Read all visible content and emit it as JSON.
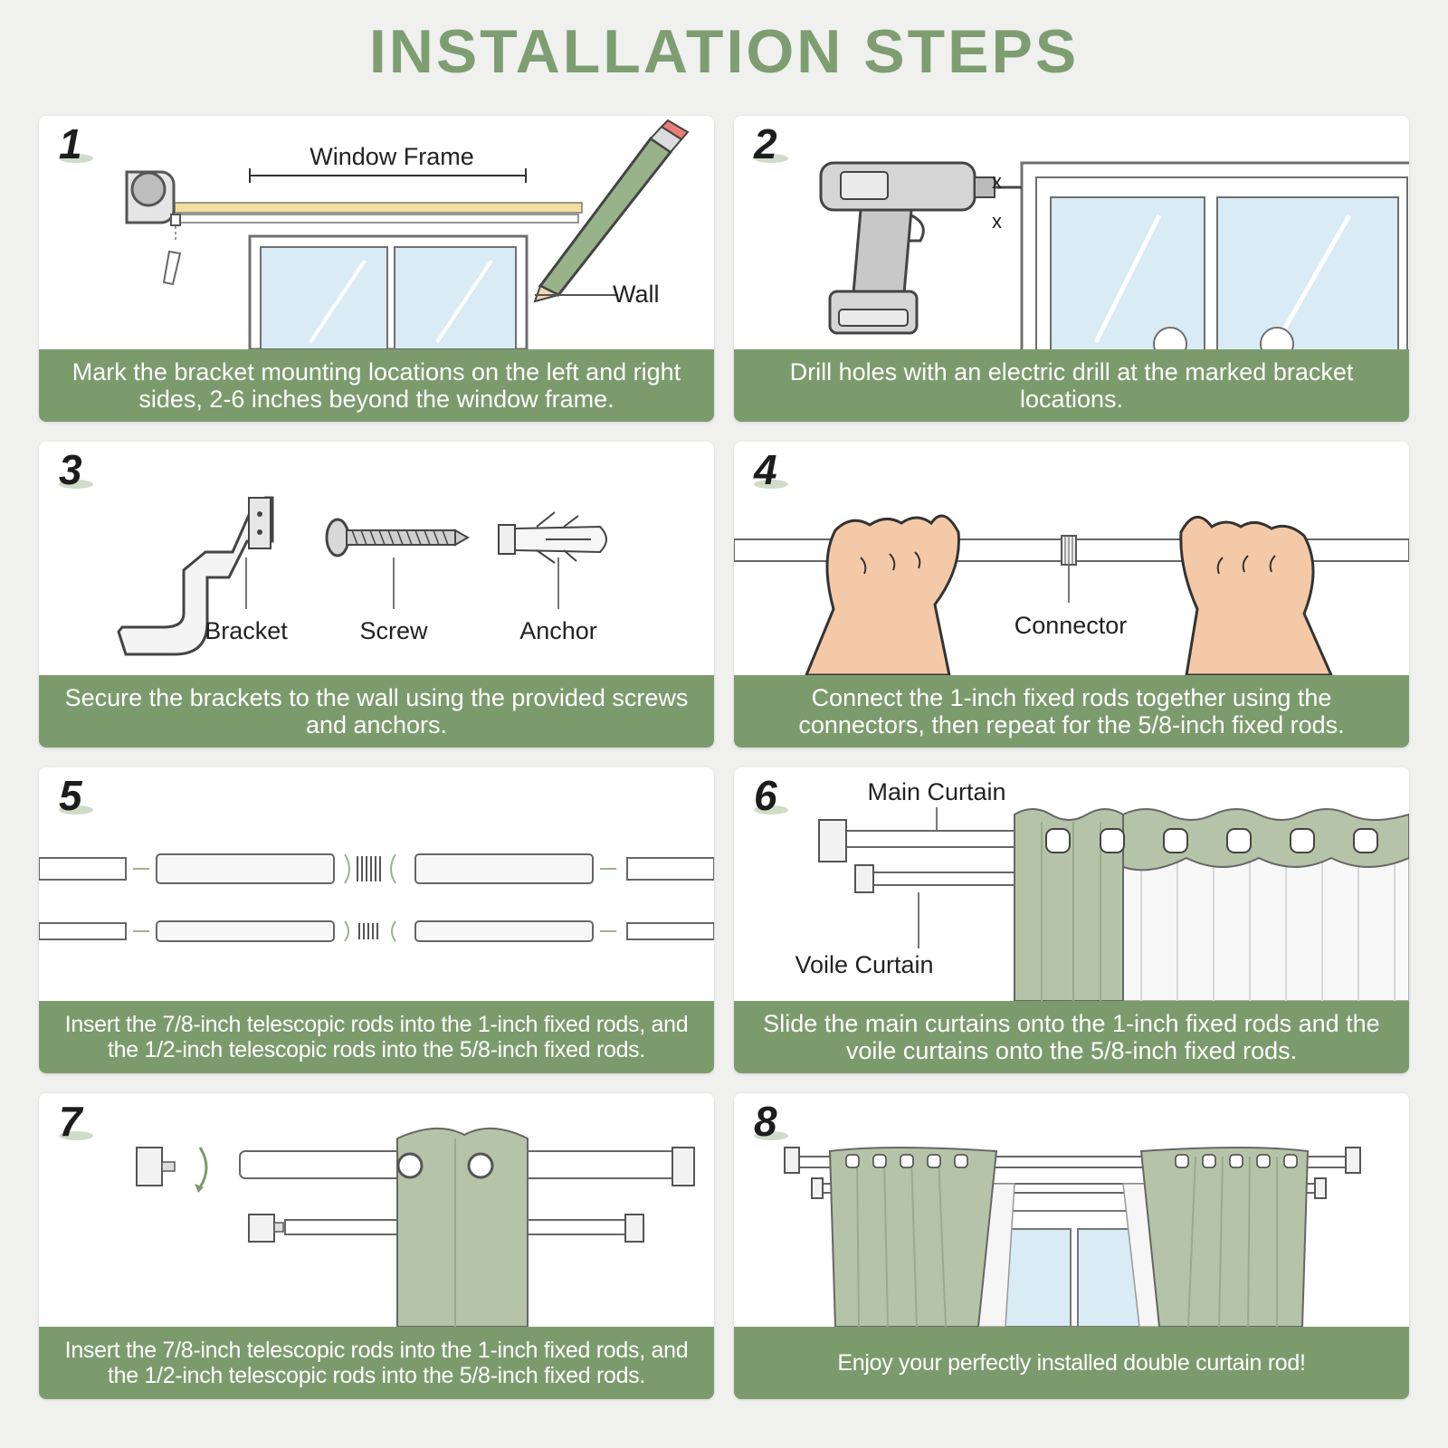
{
  "title": "INSTALLATION STEPS",
  "colors": {
    "accent": "#7c9b6d",
    "title": "#7e9e72",
    "curtain": "#b5c4a8",
    "background": "#f0f0ef"
  },
  "steps": [
    {
      "number": "1",
      "labels": {
        "window_frame": "Window Frame",
        "wall": "Wall"
      },
      "caption": "Mark the bracket mounting locations on the left and right sides, 2-6 inches beyond the window frame."
    },
    {
      "number": "2",
      "labels": {
        "mark_a": "x",
        "mark_b": "x"
      },
      "caption": "Drill holes with an electric drill at the marked bracket locations."
    },
    {
      "number": "3",
      "labels": {
        "bracket": "Bracket",
        "screw": "Screw",
        "anchor": "Anchor"
      },
      "caption": "Secure the brackets to the wall using the provided screws and anchors."
    },
    {
      "number": "4",
      "labels": {
        "connector": "Connector"
      },
      "caption": "Connect the 1-inch fixed rods together using the connectors, then repeat for the 5/8-inch fixed rods."
    },
    {
      "number": "5",
      "labels": {},
      "caption": "Insert the 7/8-inch telescopic rods into the 1-inch fixed rods, and the 1/2-inch telescopic rods into the 5/8-inch fixed rods."
    },
    {
      "number": "6",
      "labels": {
        "main_curtain": "Main Curtain",
        "voile_curtain": "Voile Curtain"
      },
      "caption": "Slide the main curtains onto the 1-inch fixed rods and the voile curtains onto the 5/8-inch fixed rods."
    },
    {
      "number": "7",
      "labels": {},
      "caption": "Insert the 7/8-inch telescopic rods into the 1-inch fixed rods, and the 1/2-inch telescopic rods into the 5/8-inch fixed rods."
    },
    {
      "number": "8",
      "labels": {},
      "caption": "Enjoy your perfectly installed double curtain rod!"
    }
  ]
}
